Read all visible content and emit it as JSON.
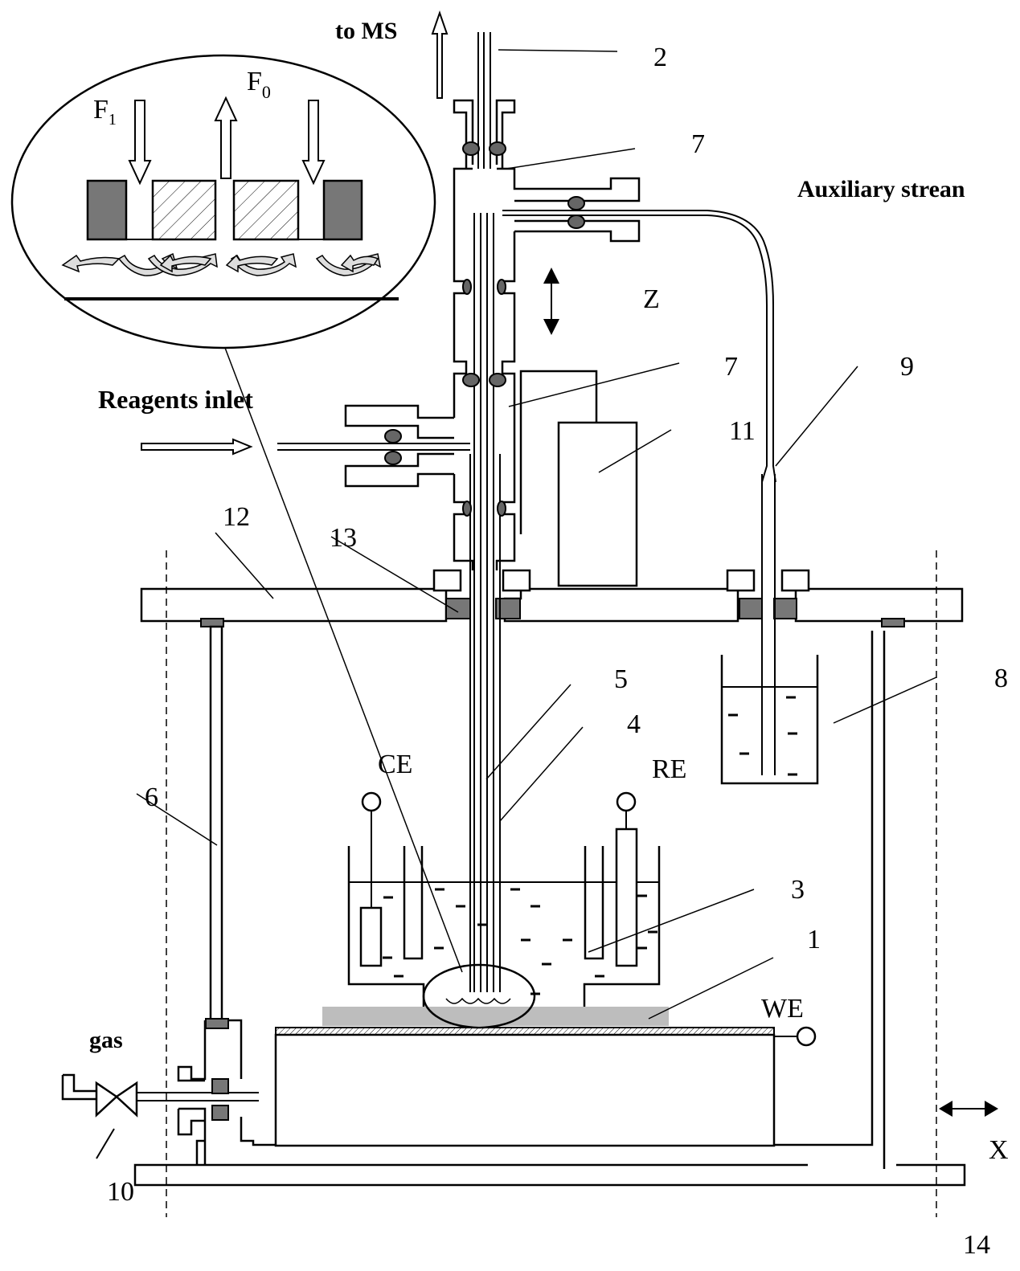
{
  "labels": {
    "to_ms": "to MS",
    "auxiliary_stream": "Auxiliary strean",
    "reagents_inlet": "Reagents inlet",
    "gas": "gas",
    "f1": "F",
    "f1_sub": "1",
    "f0": "F",
    "f0_sub": "0",
    "z_axis": "Z",
    "x_axis": "X",
    "ce": "CE",
    "re": "RE",
    "we": "WE",
    "n1": "1",
    "n2": "2",
    "n3": "3",
    "n4": "4",
    "n5": "5",
    "n6": "6",
    "n7a": "7",
    "n7b": "7",
    "n8": "8",
    "n9": "9",
    "n10": "10",
    "n11": "11",
    "n12": "12",
    "n13": "13",
    "n14": "14"
  },
  "colors": {
    "line": "#000000",
    "seal": "#777777",
    "oring": "#666666",
    "electrode_film": "#bdbdbd",
    "hatch": "#000000"
  }
}
